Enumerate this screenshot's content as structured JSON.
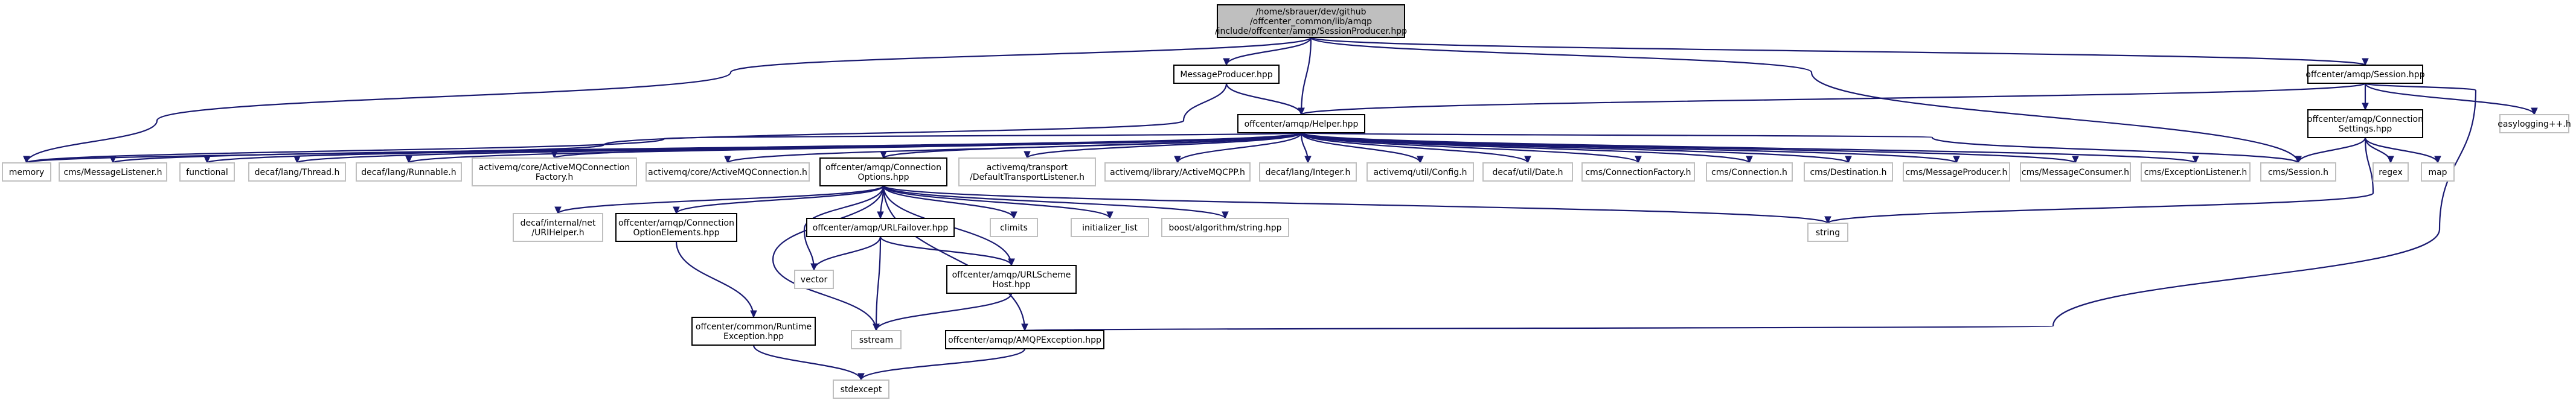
{
  "graph": {
    "edge_color": "#191970",
    "nodes": [
      {
        "id": "root",
        "lines": [
          "/home/sbrauer/dev/github",
          "/offcenter_common/lib/amqp",
          "/include/offcenter/amqp/SessionProducer.hpp"
        ],
        "kind": "root"
      },
      {
        "id": "msgprod",
        "lines": [
          "MessageProducer.hpp"
        ],
        "kind": "project"
      },
      {
        "id": "session",
        "lines": [
          "offcenter/amqp/Session.hpp"
        ],
        "kind": "project"
      },
      {
        "id": "helper",
        "lines": [
          "offcenter/amqp/Helper.hpp"
        ],
        "kind": "project"
      },
      {
        "id": "easylogging",
        "lines": [
          "easylogging++.h"
        ],
        "kind": "system"
      },
      {
        "id": "connsettings",
        "lines": [
          "offcenter/amqp/Connection",
          "Settings.hpp"
        ],
        "kind": "project"
      },
      {
        "id": "memory",
        "lines": [
          "memory"
        ],
        "kind": "system"
      },
      {
        "id": "cmsmsglistener",
        "lines": [
          "cms/MessageListener.h"
        ],
        "kind": "system"
      },
      {
        "id": "functional",
        "lines": [
          "functional"
        ],
        "kind": "system"
      },
      {
        "id": "thread",
        "lines": [
          "decaf/lang/Thread.h"
        ],
        "kind": "system"
      },
      {
        "id": "runnable",
        "lines": [
          "decaf/lang/Runnable.h"
        ],
        "kind": "system"
      },
      {
        "id": "amqconnfactory",
        "lines": [
          "activemq/core/ActiveMQConnection",
          "Factory.h"
        ],
        "kind": "system"
      },
      {
        "id": "amqconn",
        "lines": [
          "activemq/core/ActiveMQConnection.h"
        ],
        "kind": "system"
      },
      {
        "id": "connoptions",
        "lines": [
          "offcenter/amqp/Connection",
          "Options.hpp"
        ],
        "kind": "project"
      },
      {
        "id": "transport",
        "lines": [
          "activemq/transport",
          "/DefaultTransportListener.h"
        ],
        "kind": "system"
      },
      {
        "id": "amqcpp",
        "lines": [
          "activemq/library/ActiveMQCPP.h"
        ],
        "kind": "system"
      },
      {
        "id": "integer",
        "lines": [
          "decaf/lang/Integer.h"
        ],
        "kind": "system"
      },
      {
        "id": "config",
        "lines": [
          "activemq/util/Config.h"
        ],
        "kind": "system"
      },
      {
        "id": "date",
        "lines": [
          "decaf/util/Date.h"
        ],
        "kind": "system"
      },
      {
        "id": "cmsconnfactory",
        "lines": [
          "cms/ConnectionFactory.h"
        ],
        "kind": "system"
      },
      {
        "id": "cmsconn",
        "lines": [
          "cms/Connection.h"
        ],
        "kind": "system"
      },
      {
        "id": "cmsdest",
        "lines": [
          "cms/Destination.h"
        ],
        "kind": "system"
      },
      {
        "id": "cmsmsgprod",
        "lines": [
          "cms/MessageProducer.h"
        ],
        "kind": "system"
      },
      {
        "id": "cmsmsgcons",
        "lines": [
          "cms/MessageConsumer.h"
        ],
        "kind": "system"
      },
      {
        "id": "cmsexclistener",
        "lines": [
          "cms/ExceptionListener.h"
        ],
        "kind": "system"
      },
      {
        "id": "cmssession",
        "lines": [
          "cms/Session.h"
        ],
        "kind": "system"
      },
      {
        "id": "regex",
        "lines": [
          "regex"
        ],
        "kind": "system"
      },
      {
        "id": "map",
        "lines": [
          "map"
        ],
        "kind": "system"
      },
      {
        "id": "urihelper",
        "lines": [
          "decaf/internal/net",
          "/URIHelper.h"
        ],
        "kind": "system"
      },
      {
        "id": "connoptelems",
        "lines": [
          "offcenter/amqp/Connection",
          "OptionElements.hpp"
        ],
        "kind": "project"
      },
      {
        "id": "urlfailover",
        "lines": [
          "offcenter/amqp/URLFailover.hpp"
        ],
        "kind": "project"
      },
      {
        "id": "climits",
        "lines": [
          "climits"
        ],
        "kind": "system"
      },
      {
        "id": "initlist",
        "lines": [
          "initializer_list"
        ],
        "kind": "system"
      },
      {
        "id": "boostalgo",
        "lines": [
          "boost/algorithm/string.hpp"
        ],
        "kind": "system"
      },
      {
        "id": "string",
        "lines": [
          "string"
        ],
        "kind": "system"
      },
      {
        "id": "vector",
        "lines": [
          "vector"
        ],
        "kind": "system"
      },
      {
        "id": "urlscheme",
        "lines": [
          "offcenter/amqp/URLScheme",
          "Host.hpp"
        ],
        "kind": "project"
      },
      {
        "id": "runtimeexc",
        "lines": [
          "offcenter/common/Runtime",
          "Exception.hpp"
        ],
        "kind": "project"
      },
      {
        "id": "sstream",
        "lines": [
          "sstream"
        ],
        "kind": "system"
      },
      {
        "id": "amqpexc",
        "lines": [
          "offcenter/amqp/AMQPException.hpp"
        ],
        "kind": "project"
      },
      {
        "id": "stdexcept",
        "lines": [
          "stdexcept"
        ],
        "kind": "system"
      }
    ],
    "edges": [
      [
        "root",
        "msgprod"
      ],
      [
        "root",
        "helper"
      ],
      [
        "root",
        "session"
      ],
      [
        "root",
        "memory"
      ],
      [
        "root",
        "cmssession"
      ],
      [
        "msgprod",
        "helper"
      ],
      [
        "msgprod",
        "memory"
      ],
      [
        "session",
        "helper"
      ],
      [
        "session",
        "easylogging"
      ],
      [
        "session",
        "connsettings"
      ],
      [
        "session",
        "amqpexc"
      ],
      [
        "connsettings",
        "cmssession"
      ],
      [
        "connsettings",
        "regex"
      ],
      [
        "connsettings",
        "map"
      ],
      [
        "connsettings",
        "string"
      ],
      [
        "helper",
        "memory"
      ],
      [
        "helper",
        "cmsmsglistener"
      ],
      [
        "helper",
        "functional"
      ],
      [
        "helper",
        "thread"
      ],
      [
        "helper",
        "runnable"
      ],
      [
        "helper",
        "amqconnfactory"
      ],
      [
        "helper",
        "amqconn"
      ],
      [
        "helper",
        "connoptions"
      ],
      [
        "helper",
        "transport"
      ],
      [
        "helper",
        "amqcpp"
      ],
      [
        "helper",
        "integer"
      ],
      [
        "helper",
        "config"
      ],
      [
        "helper",
        "date"
      ],
      [
        "helper",
        "cmsconnfactory"
      ],
      [
        "helper",
        "cmsconn"
      ],
      [
        "helper",
        "cmsdest"
      ],
      [
        "helper",
        "cmsmsgprod"
      ],
      [
        "helper",
        "cmsmsgcons"
      ],
      [
        "helper",
        "cmsexclistener"
      ],
      [
        "helper",
        "cmssession"
      ],
      [
        "connoptions",
        "urihelper"
      ],
      [
        "connoptions",
        "connoptelems"
      ],
      [
        "connoptions",
        "urlfailover"
      ],
      [
        "connoptions",
        "climits"
      ],
      [
        "connoptions",
        "initlist"
      ],
      [
        "connoptions",
        "boostalgo"
      ],
      [
        "connoptions",
        "string"
      ],
      [
        "connoptions",
        "vector"
      ],
      [
        "connoptions",
        "sstream"
      ],
      [
        "connoptions",
        "urlscheme"
      ],
      [
        "connoptions",
        "amqpexc"
      ],
      [
        "connoptelems",
        "runtimeexc"
      ],
      [
        "urlfailover",
        "vector"
      ],
      [
        "urlfailover",
        "sstream"
      ],
      [
        "urlfailover",
        "urlscheme"
      ],
      [
        "urlscheme",
        "sstream"
      ],
      [
        "runtimeexc",
        "stdexcept"
      ],
      [
        "amqpexc",
        "stdexcept"
      ]
    ]
  }
}
